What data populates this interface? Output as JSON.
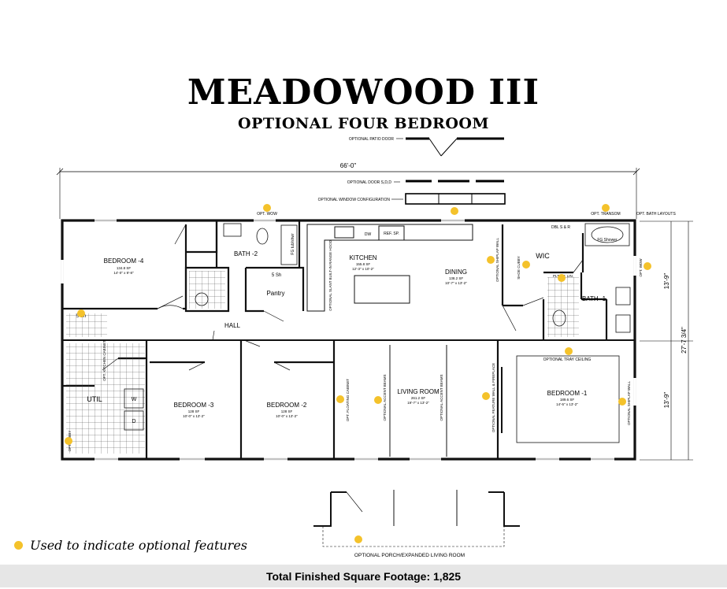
{
  "header": {
    "title": "MEADOWOOD III",
    "subtitle": "OPTIONAL FOUR BEDROOM"
  },
  "colors": {
    "optional_marker": "#f4c22b",
    "wall": "#111111",
    "footer_bg": "#e6e6e6"
  },
  "plan": {
    "overall_width": "66'-0\"",
    "depth_total": "27'-7 3/4\"",
    "depth_top": "13'-9\"",
    "depth_bottom": "13'-9\"",
    "callouts": {
      "patio_door": "OPTIONAL PATIO DOOR",
      "door_sdd": "OPTIONAL DOOR S,D,D",
      "window_config": "OPTIONAL WINDOW CONFIGURATION",
      "opt_wow": "OPT. WOW",
      "opt_transom": "OPT. TRANSOM",
      "opt_bath_layouts": "OPT. BATH LAYOUTS",
      "opt_window": "OPT. WDW",
      "tray_ceiling": "OPTIONAL TRAY CEILING",
      "porch": "OPTIONAL PORCH/EXPANDED LIVING ROOM"
    },
    "rooms": {
      "bedroom4": {
        "name": "BEDROOM -4",
        "area": "134.8 SF",
        "size": "14'-0\" x 9'-8\""
      },
      "bath2": {
        "name": "BATH -2"
      },
      "pantry": {
        "name": "Pantry"
      },
      "kitchen": {
        "name": "KITCHEN",
        "area": "155.8 SF",
        "size": "12'-3\" x 10'-2\""
      },
      "dining": {
        "name": "DINING",
        "area": "138.2 SF",
        "size": "10'-7\" x 13'-2\""
      },
      "wic": {
        "name": "WIC"
      },
      "bath1": {
        "name": "BATH -1"
      },
      "hall": {
        "name": "HALL"
      },
      "util": {
        "name": "UTIL"
      },
      "bedroom3": {
        "name": "BEDROOM -3",
        "area": "128 SF",
        "size": "10'-0\" x 13'-2\""
      },
      "bedroom2": {
        "name": "BEDROOM -2",
        "area": "128 SF",
        "size": "10'-0\" x 13'-2\""
      },
      "living": {
        "name": "LIVING ROOM",
        "area": "261.2 SF",
        "size": "19'-7\" x 13'-2\""
      },
      "bedroom1": {
        "name": "BEDROOM -1",
        "area": "189.6 SF",
        "size": "14'-5\" x 13'-2\""
      }
    },
    "fixtures": {
      "dbl_sr": "DBL S & R",
      "fg_shower": "FG Shower",
      "fg_tub": "FG tub/shwr",
      "dw": "DW",
      "ref": "REF. SP.",
      "five_sh": "5 Sh",
      "w": "W",
      "d": "D",
      "whw": "WH",
      "plt": "PLT. BT. LIN."
    },
    "vertical_notes": {
      "opt_slant": "OPTIONAL SLANT BUILT-IN RANGE HOOD",
      "opt_shiplap_dining": "OPTIONAL SHIPLAP WALL",
      "opt_floating_cabinet": "OPT. FLOATING CABINET",
      "opt_accent_beams_left": "OPTIONAL ACCENT BEAMS",
      "opt_accent_beams_right": "OPTIONAL ACCENT BEAMS",
      "opt_feature_wall": "OPTIONAL FEATURE WALL & FIREPLACE",
      "opt_shiplap_bed1": "OPTIONAL SHIPLAP WALL",
      "shoe_cubby": "SHOE CUBBY",
      "opt_cubby": "OPT. CUBBY",
      "kitchen_cabinet": "OPT. KITCHEN CABINET"
    }
  },
  "legend": {
    "text": "Used to indicate optional features"
  },
  "footer": {
    "text": "Total Finished Square Footage: 1,825"
  }
}
